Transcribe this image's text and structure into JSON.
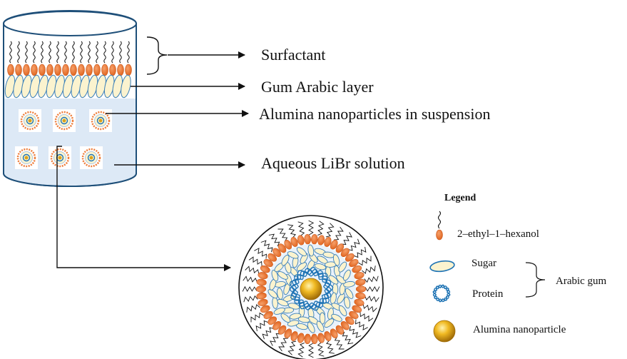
{
  "labels": {
    "surfactant": "Surfactant",
    "gum_arabic_layer": "Gum Arabic layer",
    "alumina_suspension": "Alumina nanoparticles in suspension",
    "aqueous_libr": "Aqueous LiBr solution"
  },
  "legend": {
    "title": "Legend",
    "hexanol": "2–ethyl–1–hexanol",
    "sugar": "Sugar",
    "protein": "Protein",
    "arabic_gum": "Arabic gum",
    "alumina": "Alumina nanoparticle"
  },
  "colors": {
    "surfactant_head": "#ee7d3a",
    "sugar_fill": "#fbf3cf",
    "protein": "#1e73b4",
    "alumina": "#d9a21b",
    "solution": "#dde9f6",
    "outline": "#1e4f79"
  }
}
